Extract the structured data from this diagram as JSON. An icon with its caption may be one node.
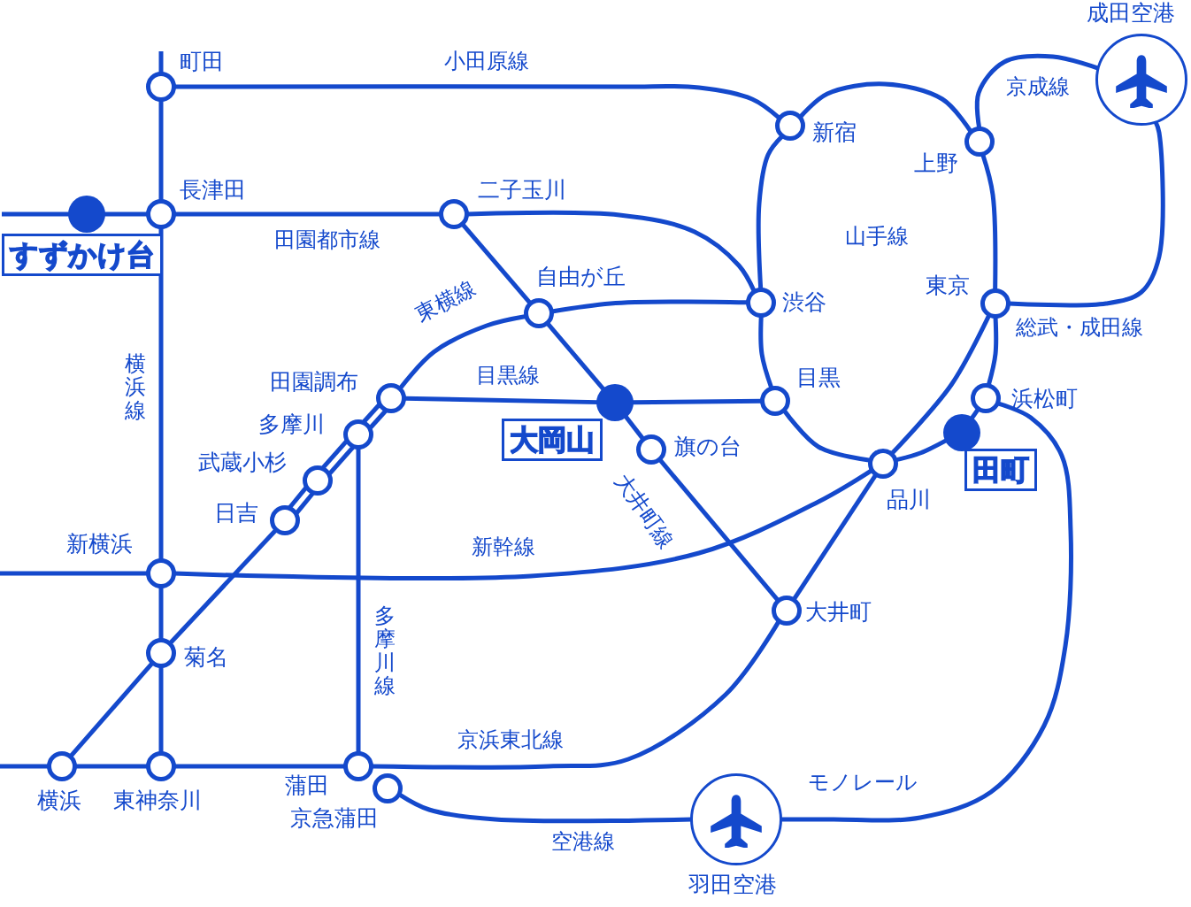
{
  "diagram": {
    "nodes": [
      {
        "text": [
          "町田"
        ]
      },
      {
        "text": [
          "新宿"
        ]
      },
      {
        "text": [
          "上野"
        ]
      },
      {
        "text": [
          "成田空港"
        ]
      },
      {
        "text": [
          "長津田"
        ]
      },
      {
        "text": [
          "すずかけ台"
        ]
      },
      {
        "text": [
          "二子玉川"
        ]
      },
      {
        "text": [
          "自由が丘"
        ]
      },
      {
        "text": [
          "渋谷"
        ]
      },
      {
        "text": [
          "東京"
        ]
      },
      {
        "text": [
          "田園調布"
        ]
      },
      {
        "text": [
          "多摩川"
        ]
      },
      {
        "text": [
          "武蔵小杉"
        ]
      },
      {
        "text": [
          "日吉"
        ]
      },
      {
        "text": [
          "大岡山"
        ]
      },
      {
        "text": [
          "目黒"
        ]
      },
      {
        "text": [
          "旗の台"
        ]
      },
      {
        "text": [
          "浜松町"
        ]
      },
      {
        "text": [
          "田町"
        ]
      },
      {
        "text": [
          "品川"
        ]
      },
      {
        "text": [
          "新横浜"
        ]
      },
      {
        "text": [
          "大井町"
        ]
      },
      {
        "text": [
          "菊名"
        ]
      },
      {
        "text": [
          "横浜"
        ]
      },
      {
        "text": [
          "東神奈川"
        ]
      },
      {
        "text": [
          "蒲田"
        ]
      },
      {
        "text": [
          "京急蒲田"
        ]
      },
      {
        "text": [
          "羽田空港"
        ]
      }
    ],
    "edges": [
      {
        "from": null,
        "to": 0,
        "arrow": "none"
      },
      {
        "from": 0,
        "to": 1,
        "arrow": "none"
      },
      {
        "from": 1,
        "to": 2,
        "arrow": "none"
      },
      {
        "from": 2,
        "to": 9,
        "arrow": "none"
      },
      {
        "from": 9,
        "to": 17,
        "arrow": "none"
      },
      {
        "from": 17,
        "to": 18,
        "arrow": "none"
      },
      {
        "from": 18,
        "to": 19,
        "arrow": "none"
      },
      {
        "from": 19,
        "to": 15,
        "arrow": "none"
      },
      {
        "from": 15,
        "to": 8,
        "arrow": "none"
      },
      {
        "from": 8,
        "to": 1,
        "arrow": "none"
      },
      {
        "from": 2,
        "to": 3,
        "arrow": "none"
      },
      {
        "from": 3,
        "to": 9,
        "arrow": "none"
      },
      {
        "from": null,
        "to": 5,
        "arrow": "none"
      },
      {
        "from": 5,
        "to": 4,
        "arrow": "none"
      },
      {
        "from": 4,
        "to": 6,
        "arrow": "none"
      },
      {
        "from": 6,
        "to": 8,
        "arrow": "none"
      },
      {
        "from": 0,
        "to": 4,
        "arrow": "none"
      },
      {
        "from": 4,
        "to": 20,
        "arrow": "none"
      },
      {
        "from": 20,
        "to": 22,
        "arrow": "none"
      },
      {
        "from": 22,
        "to": 24,
        "arrow": "none"
      },
      {
        "from": 6,
        "to": 7,
        "arrow": "none"
      },
      {
        "from": 7,
        "to": 14,
        "arrow": "none"
      },
      {
        "from": 14,
        "to": 16,
        "arrow": "none"
      },
      {
        "from": 16,
        "to": 21,
        "arrow": "none"
      },
      {
        "from": 10,
        "to": 7,
        "arrow": "none"
      },
      {
        "from": 7,
        "to": 8,
        "arrow": "none"
      },
      {
        "from": 11,
        "to": 10,
        "arrow": "none"
      },
      {
        "from": 12,
        "to": 11,
        "arrow": "none"
      },
      {
        "from": 13,
        "to": 12,
        "arrow": "none"
      },
      {
        "from": 13,
        "to": 22,
        "arrow": "none"
      },
      {
        "from": 22,
        "to": 23,
        "arrow": "none"
      },
      {
        "from": 10,
        "to": 14,
        "arrow": "none"
      },
      {
        "from": 14,
        "to": 15,
        "arrow": "none"
      },
      {
        "from": 11,
        "to": 10,
        "arrow": "none"
      },
      {
        "from": 12,
        "to": 11,
        "arrow": "none"
      },
      {
        "from": 13,
        "to": 12,
        "arrow": "none"
      },
      {
        "from": 11,
        "to": 25,
        "arrow": "none"
      },
      {
        "from": null,
        "to": 20,
        "arrow": "none"
      },
      {
        "from": 20,
        "to": 19,
        "arrow": "none"
      },
      {
        "from": 9,
        "to": 19,
        "arrow": "none"
      },
      {
        "from": 19,
        "to": 21,
        "arrow": "none"
      },
      {
        "from": 21,
        "to": 25,
        "arrow": "none"
      },
      {
        "from": 25,
        "to": 24,
        "arrow": "none"
      },
      {
        "from": 24,
        "to": 23,
        "arrow": "none"
      },
      {
        "from": null,
        "to": 23,
        "arrow": "none"
      },
      {
        "from": 17,
        "to": 27,
        "arrow": "none"
      },
      {
        "from": 26,
        "to": 27,
        "arrow": "none"
      }
    ],
    "labels": [
      "小田原線",
      "京成線",
      "山手線",
      "田園都市線",
      "東横線",
      "目黒線",
      "総武・成田線",
      "横浜線",
      "新幹線",
      "大井町線",
      "多摩川線",
      "京浜東北線",
      "モノレール",
      "空港線"
    ]
  }
}
